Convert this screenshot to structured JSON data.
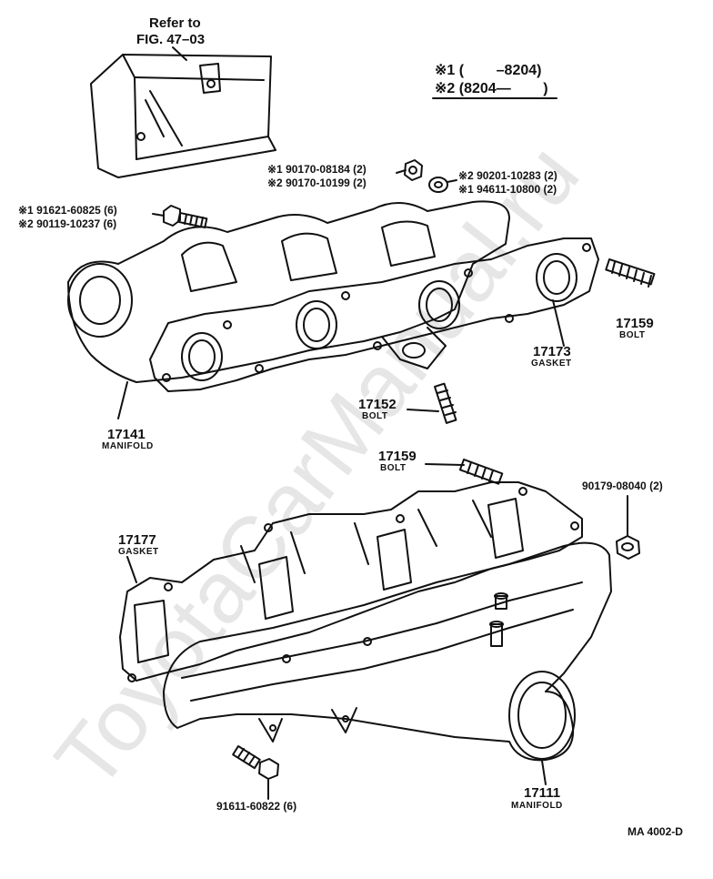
{
  "refer_note": {
    "line1": "Refer to",
    "line2": "FIG. 47–03"
  },
  "legend": {
    "row1": {
      "mark": "※1",
      "text": "(        –8204)"
    },
    "row2": {
      "mark": "※2",
      "text": "(8204—        )"
    }
  },
  "parts": [
    {
      "id": "p1",
      "code": "※1 90170-08184 (2)"
    },
    {
      "id": "p2",
      "code": "※2 90170-10199 (2)"
    },
    {
      "id": "p3",
      "code": "※2 90201-10283 (2)"
    },
    {
      "id": "p4",
      "code": "※1 94611-10800 (2)"
    },
    {
      "id": "p5",
      "code": "※1 91621-60825 (6)"
    },
    {
      "id": "p6",
      "code": "※2 90119-10237 (6)"
    },
    {
      "id": "p7",
      "code": "90179-08040 (2)"
    },
    {
      "id": "p8",
      "code": "91611-60822 (6)"
    }
  ],
  "callouts": [
    {
      "id": "c1",
      "number": "17159",
      "name": "BOLT"
    },
    {
      "id": "c2",
      "number": "17173",
      "name": "GASKET"
    },
    {
      "id": "c3",
      "number": "17152",
      "name": "BOLT"
    },
    {
      "id": "c4",
      "number": "17141",
      "name": "MANIFOLD"
    },
    {
      "id": "c5",
      "number": "17159",
      "name": "BOLT"
    },
    {
      "id": "c6",
      "number": "17177",
      "name": "GASKET"
    },
    {
      "id": "c7",
      "number": "17111",
      "name": "MANIFOLD"
    }
  ],
  "figure_code": "MA 4002-D",
  "watermark": "ToyotaCarManual.ru"
}
